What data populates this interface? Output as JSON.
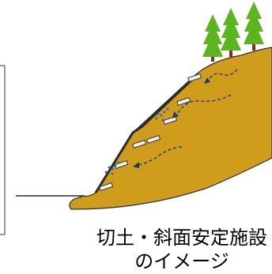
{
  "caption": {
    "line1": "切土・斜面安定施設",
    "line2": "のイメージ"
  },
  "colors": {
    "soil": "#d09c1c",
    "outline": "#2b2b2b",
    "foliage": "#5ab51e",
    "trunk": "#8a2b2b",
    "flow_arrows": "#1a3a6e",
    "drainage_droplets": "#2a63c4",
    "anchor_blocks": "#f0f0f0"
  },
  "icons": [
    "tree-icon",
    "tree-icon",
    "tree-icon",
    "flow-arrow",
    "drainage-droplets"
  ]
}
